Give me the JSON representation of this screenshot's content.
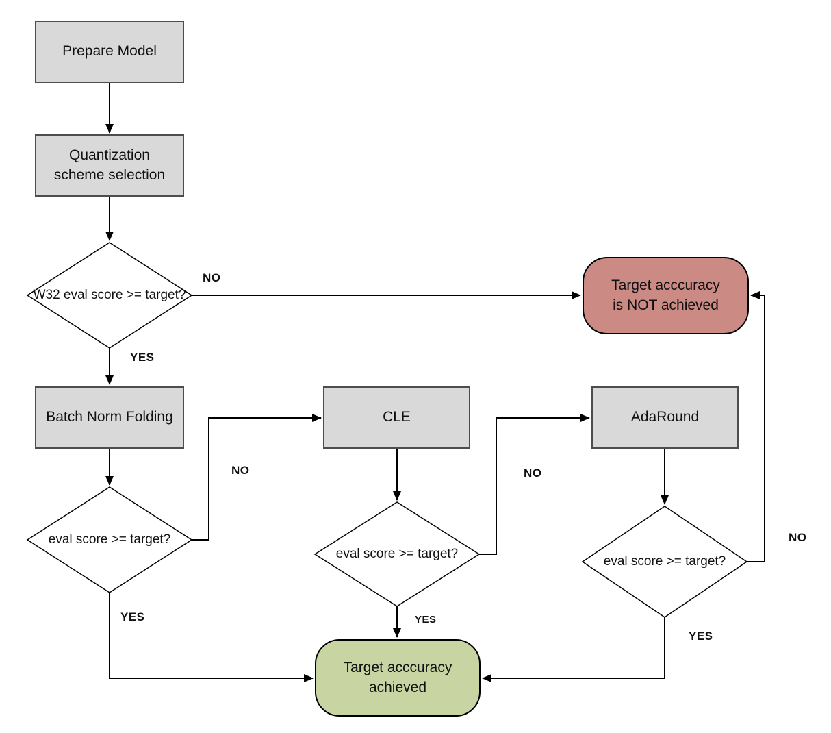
{
  "diagram": {
    "nodes": {
      "prepare_model": {
        "label": "Prepare Model"
      },
      "quantization_scheme": {
        "label": "Quantization\nscheme selection"
      },
      "w32_check": {
        "label": "W32 eval score >= target?"
      },
      "batch_norm_folding": {
        "label": "Batch Norm Folding"
      },
      "bnf_check": {
        "label": "eval score >= target?"
      },
      "cle": {
        "label": "CLE"
      },
      "cle_check": {
        "label": "eval score >= target?"
      },
      "adaround": {
        "label": "AdaRound"
      },
      "adaround_check": {
        "label": "eval score >= target?"
      },
      "target_not_achieved": {
        "label": "Target acccuracy\nis NOT achieved"
      },
      "target_achieved": {
        "label": "Target acccuracy\nachieved"
      }
    },
    "edge_labels": {
      "w32_no": "NO",
      "w32_yes": "YES",
      "bnf_no": "NO",
      "bnf_yes": "YES",
      "cle_no": "NO",
      "cle_yes": "YES",
      "adaround_no": "NO",
      "adaround_yes": "YES"
    },
    "colors": {
      "process_fill": "#d9d9d9",
      "process_border": "#4d4d4d",
      "failure_fill": "#cb8a84",
      "success_fill": "#c8d5a2",
      "line": "#000000",
      "background": "#ffffff"
    }
  }
}
